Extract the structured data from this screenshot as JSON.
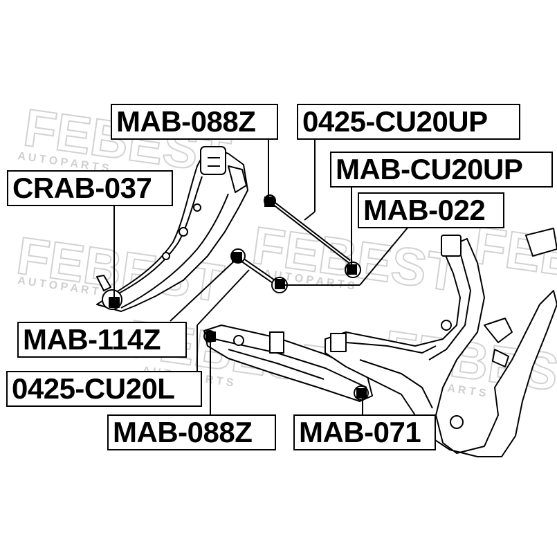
{
  "watermark": {
    "brand": "FEBEST",
    "tagline": "A U T O P A R T S"
  },
  "labels": {
    "mab_088z_top": "MAB-088Z",
    "cu20up": "0425-CU20UP",
    "crab_037": "CRAB-037",
    "mab_cu20up": "MAB-CU20UP",
    "mab_022": "MAB-022",
    "mab_114z": "MAB-114Z",
    "cu20l": "0425-CU20L",
    "mab_088z_bottom": "MAB-088Z",
    "mab_071": "MAB-071"
  }
}
